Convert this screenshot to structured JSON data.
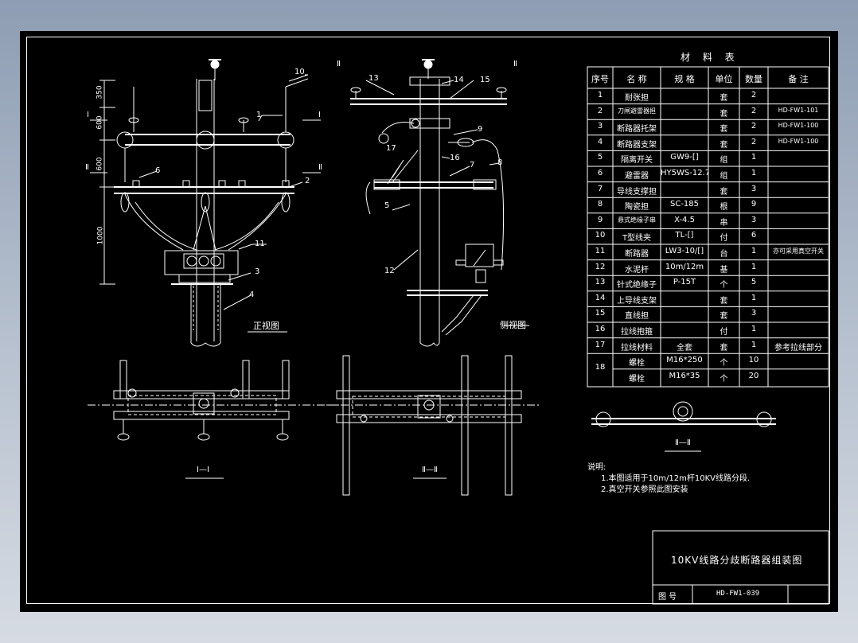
{
  "drawing": {
    "title": "10KV线路分歧断路器组装图",
    "drawing_no_label": "图 号",
    "drawing_no": "HD-FW1-039",
    "colors": {
      "background": "#000000",
      "line": "#ffffff",
      "outer": "#aab5c4"
    }
  },
  "views": {
    "front": "正视图",
    "side": "侧视图",
    "section_1": "Ⅰ—Ⅰ",
    "section_2": "Ⅱ—Ⅱ",
    "section_3": "Ⅱ—Ⅱ",
    "mark_I": "Ⅰ",
    "mark_II": "Ⅱ"
  },
  "dimensions": [
    "350",
    "600",
    "600",
    "1000"
  ],
  "callouts": [
    "1",
    "2",
    "3",
    "4",
    "5",
    "6",
    "10",
    "11",
    "12",
    "13",
    "14",
    "15",
    "16",
    "17",
    "9",
    "8",
    "7",
    "5"
  ],
  "materials": {
    "title": "材 料 表",
    "headers": [
      "序号",
      "名 称",
      "规 格",
      "单位",
      "数量",
      "备 注"
    ],
    "rows": [
      [
        "1",
        "耐张担",
        "",
        "套",
        "2",
        ""
      ],
      [
        "2",
        "刀闸避雷器担",
        "",
        "套",
        "2",
        "HD-FW1-101"
      ],
      [
        "3",
        "断路器托架",
        "",
        "套",
        "2",
        "HD-FW1-100"
      ],
      [
        "4",
        "断路器支架",
        "",
        "套",
        "2",
        "HD-FW1-100"
      ],
      [
        "5",
        "隔离开关",
        "GW9-[]",
        "组",
        "1",
        ""
      ],
      [
        "6",
        "避雷器",
        "HY5WS-12.7",
        "组",
        "1",
        ""
      ],
      [
        "7",
        "导线支撑担",
        "",
        "套",
        "3",
        ""
      ],
      [
        "8",
        "陶瓷担",
        "SC-185",
        "根",
        "9",
        ""
      ],
      [
        "9",
        "悬式绝缘子串",
        "X-4.5",
        "串",
        "3",
        ""
      ],
      [
        "10",
        "T型线夹",
        "TL-[]",
        "付",
        "6",
        ""
      ],
      [
        "11",
        "断路器",
        "LW3-10/[]",
        "台",
        "1",
        "亦可采用真空开关"
      ],
      [
        "12",
        "水泥杆",
        "10m/12m",
        "基",
        "1",
        ""
      ],
      [
        "13",
        "针式绝缘子",
        "P-15T",
        "个",
        "5",
        ""
      ],
      [
        "14",
        "上导线支架",
        "",
        "套",
        "1",
        ""
      ],
      [
        "15",
        "直线担",
        "",
        "套",
        "3",
        ""
      ],
      [
        "16",
        "拉线抱箍",
        "",
        "付",
        "1",
        ""
      ],
      [
        "17",
        "拉线材料",
        "全套",
        "套",
        "1",
        "参考拉线部分"
      ]
    ],
    "row18": {
      "no": "18",
      "items": [
        [
          "螺栓",
          "M16*250",
          "个",
          "10"
        ],
        [
          "螺栓",
          "M16*35",
          "个",
          "20"
        ]
      ]
    }
  },
  "notes": {
    "label": "说明:",
    "lines": [
      "1.本图适用于10m/12m杆10KV线路分段.",
      "2.真空开关参照此图安装"
    ]
  }
}
